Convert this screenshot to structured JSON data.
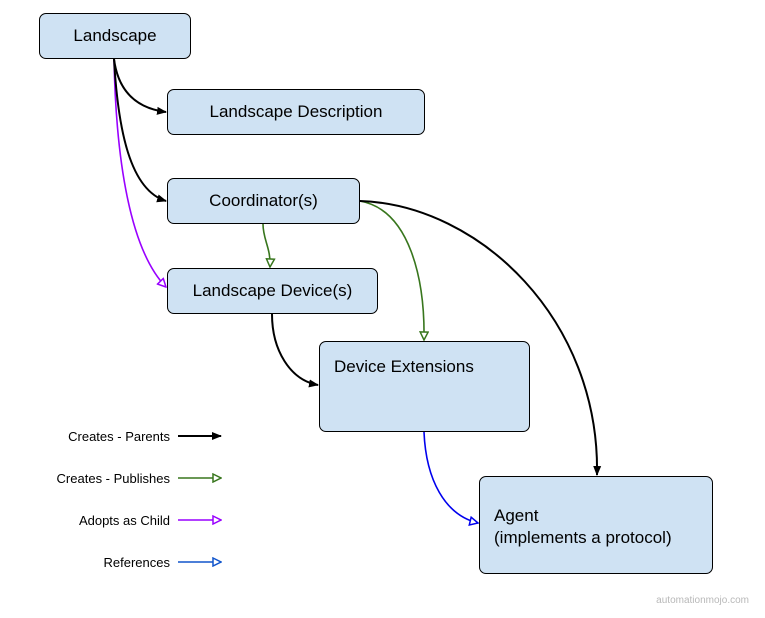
{
  "nodes": {
    "landscape": "Landscape",
    "landscape_description": "Landscape Description",
    "coordinators": "Coordinator(s)",
    "landscape_devices": "Landscape Device(s)",
    "device_extensions": "Device Extensions",
    "agent_line1": "Agent",
    "agent_line2": "(implements a protocol)"
  },
  "edges": [
    {
      "from": "Landscape",
      "to": "Landscape Description",
      "type": "Creates - Parents"
    },
    {
      "from": "Landscape",
      "to": "Coordinator(s)",
      "type": "Creates - Parents"
    },
    {
      "from": "Landscape",
      "to": "Landscape Device(s)",
      "type": "Adopts as Child"
    },
    {
      "from": "Coordinator(s)",
      "to": "Landscape Device(s)",
      "type": "Creates - Publishes"
    },
    {
      "from": "Coordinator(s)",
      "to": "Device Extensions",
      "type": "Creates - Publishes"
    },
    {
      "from": "Coordinator(s)",
      "to": "Agent",
      "type": "Creates - Parents"
    },
    {
      "from": "Landscape Device(s)",
      "to": "Device Extensions",
      "type": "Creates - Parents"
    },
    {
      "from": "Device Extensions",
      "to": "Agent",
      "type": "References"
    }
  ],
  "legend": [
    {
      "label": "Creates - Parents",
      "color": "#000000",
      "arrow": "filled"
    },
    {
      "label": "Creates - Publishes",
      "color": "#38761d",
      "arrow": "open"
    },
    {
      "label": "Adopts as Child",
      "color": "#9900ff",
      "arrow": "open"
    },
    {
      "label": "References",
      "color": "#1155cc",
      "arrow": "open"
    }
  ],
  "colors": {
    "node_fill": "#cfe2f3",
    "parents": "#000000",
    "publishes": "#38761d",
    "adopts": "#9900ff",
    "references": "#0000ee"
  },
  "watermark": "automationmojo.com"
}
